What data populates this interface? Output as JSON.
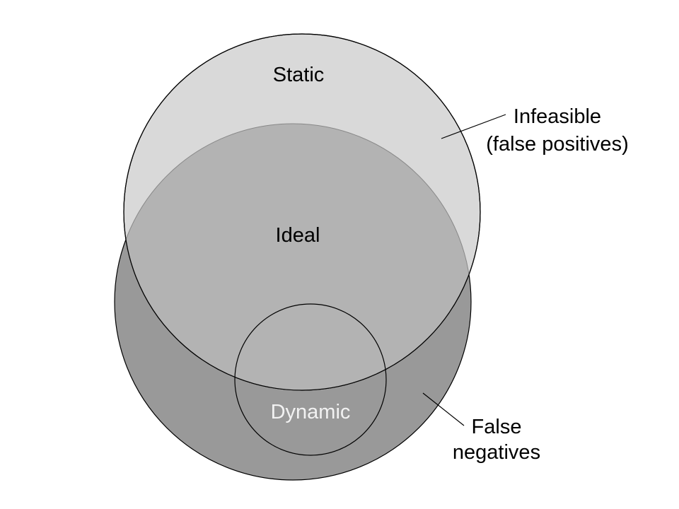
{
  "diagram": {
    "labels": {
      "static": "Static",
      "ideal": "Ideal",
      "dynamic": "Dynamic",
      "infeasible_line1": "Infeasible",
      "infeasible_line2": "(false positives)",
      "false_negatives_line1": "False",
      "false_negatives_line2": "negatives"
    },
    "colors": {
      "ideal_fill": "#999999",
      "static_fill": "#d9d9d9",
      "overlap_fill": "#b3b3b3",
      "outline": "#000000",
      "dynamic_text": "#f2f2f2"
    }
  }
}
